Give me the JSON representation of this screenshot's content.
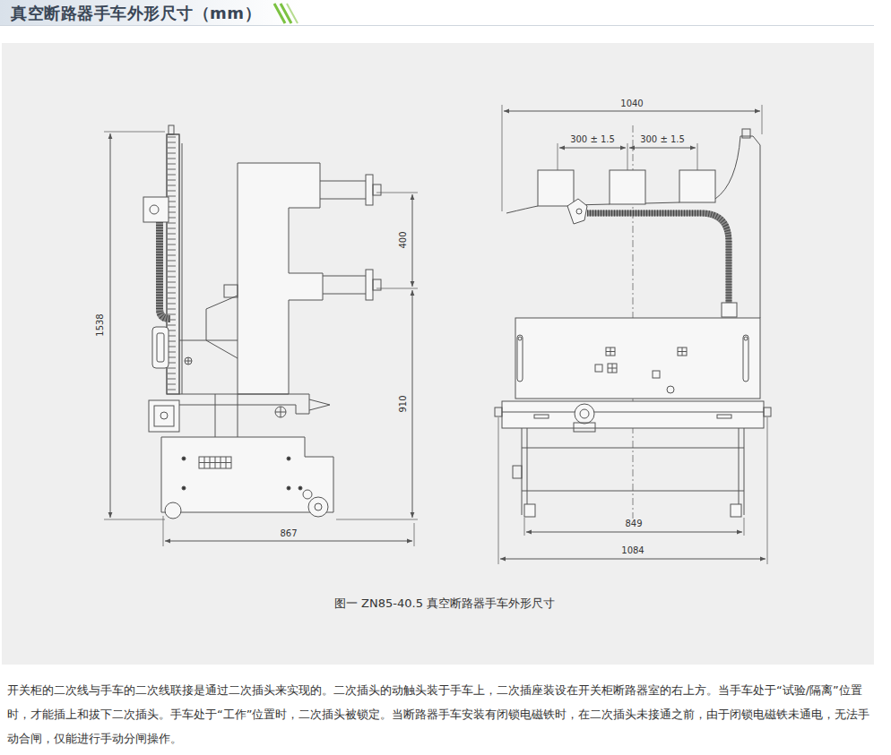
{
  "diagram": {
    "title": "真空断路器手车外形尺寸（mm）",
    "caption": "图一 ZN85-40.5 真空断路器手车外形尺寸",
    "labels": [
      "1538",
      "400",
      "910",
      "867",
      "1040",
      "300 ± 1.5",
      "300 ± 1.5",
      "849",
      "1084",
      "开关柜的二次线与手车的二次线联接是通过二次插头来实现的。二次插头的动触头装于手车上，二次插座装设在开关柜断路器室的右上方。当手车处于“试验/隔离”位置时，才能插上和拔下二次插头。手车处于“工作”位置时，二次插头被锁定。当断路器手车安装有闭锁电磁铁时，在二次插头未接通之前，由于闭锁电磁铁未通电，无法手动合闸，仅能进行手动分闸操作。"
    ]
  }
}
